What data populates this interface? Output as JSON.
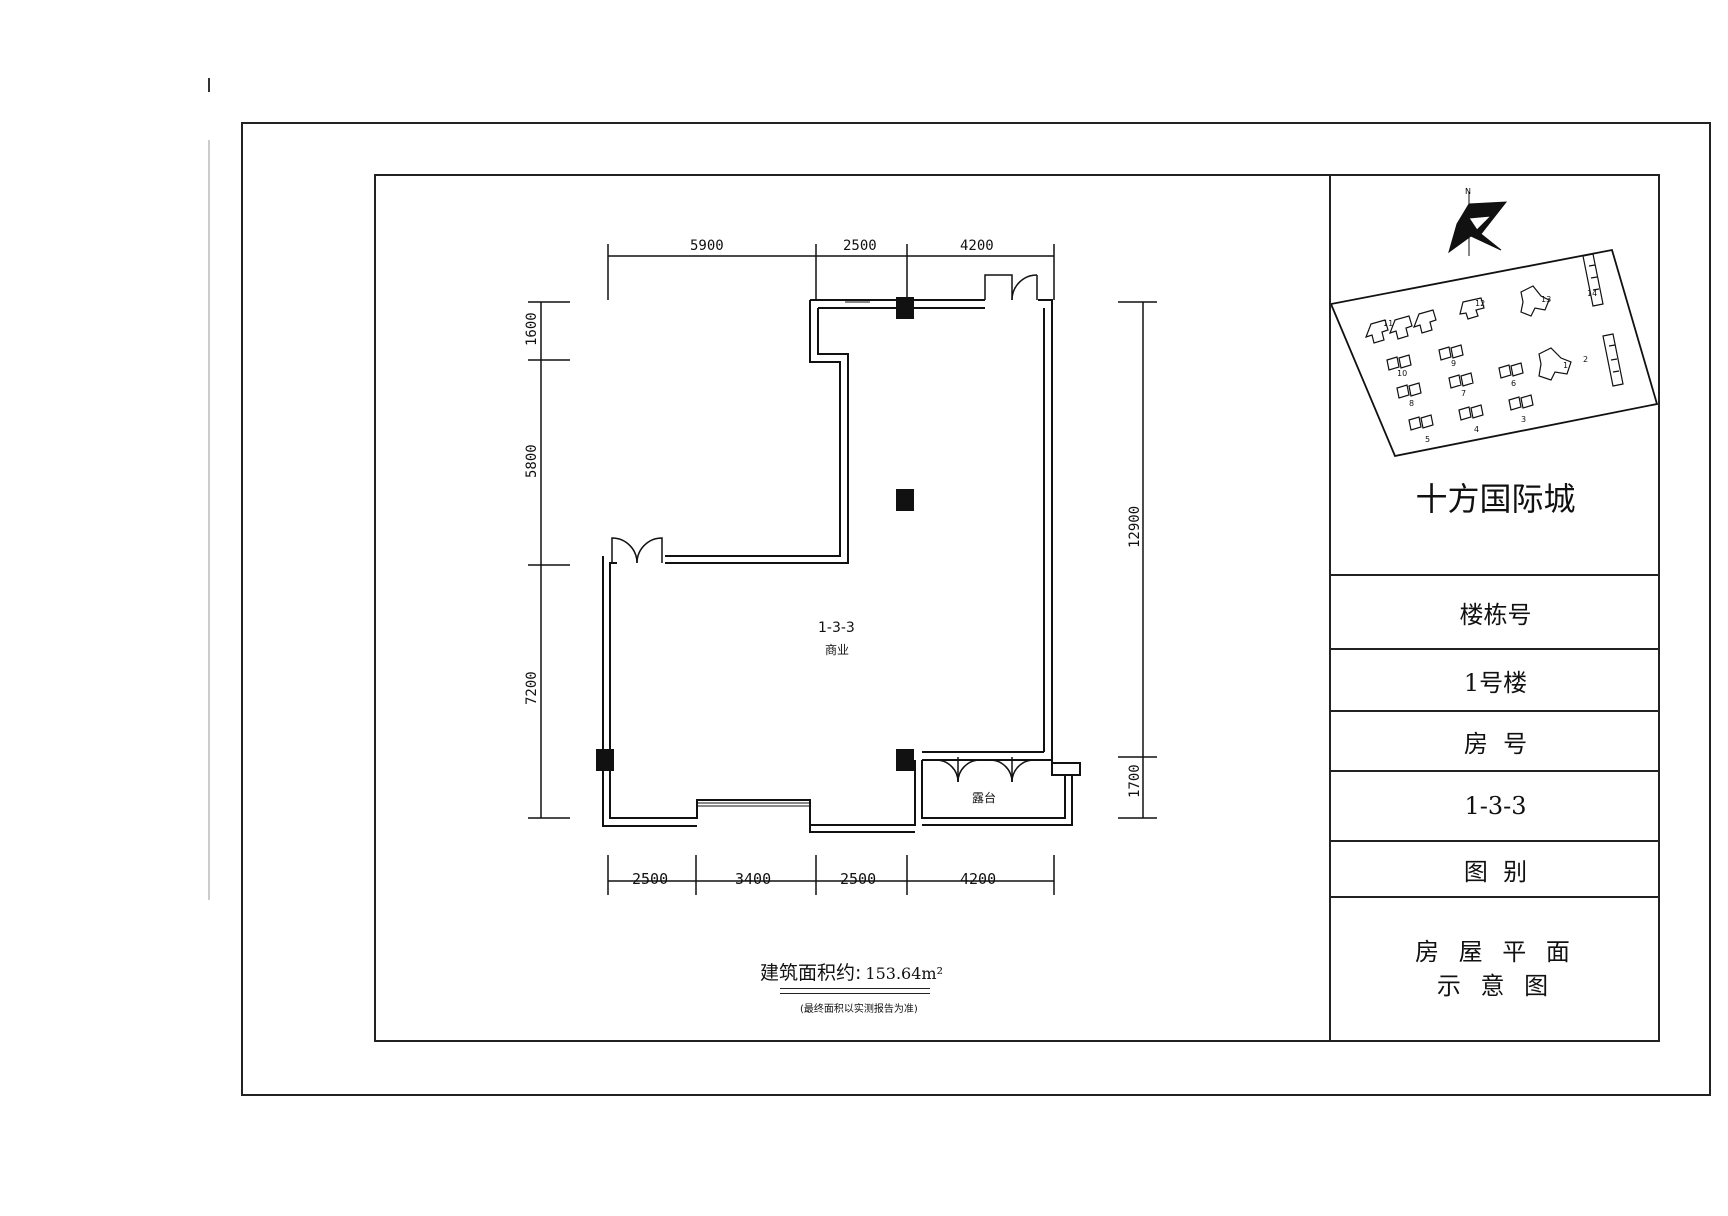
{
  "title_block": {
    "project_name": "十方国际城",
    "building_label": "楼栋号",
    "building_value": "1号楼",
    "room_label": "房  号",
    "room_value": "1-3-3",
    "drawing_label": "图  别",
    "drawing_line1": "房 屋 平 面",
    "drawing_line2": "示 意 图"
  },
  "site_plan": {
    "north": "N",
    "buildings": [
      "1",
      "2",
      "3",
      "4",
      "5",
      "6",
      "7",
      "8",
      "9",
      "10",
      "11",
      "12",
      "13",
      "14"
    ]
  },
  "plan": {
    "dims_top": [
      "5900",
      "2500",
      "4200"
    ],
    "dims_bottom": [
      "2500",
      "3400",
      "2500",
      "4200"
    ],
    "dims_left": [
      "1600",
      "5800",
      "7200"
    ],
    "dims_right": [
      "12900",
      "1700"
    ],
    "room_id": "1-3-3",
    "room_use": "商业",
    "balcony": "露台"
  },
  "area": {
    "label": "建筑面积约:",
    "value": "153.64m²",
    "note": "(最终面积以实测报告为准)"
  }
}
